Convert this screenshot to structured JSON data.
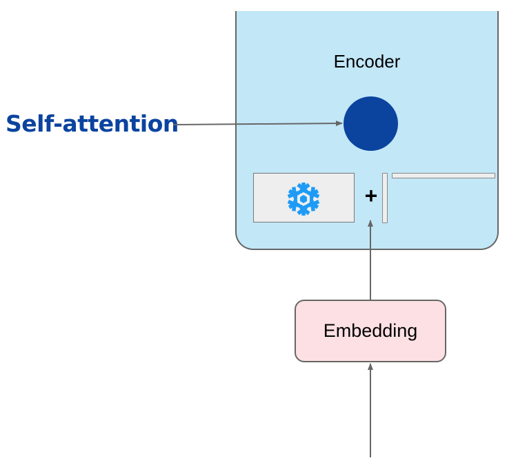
{
  "diagram": {
    "encoder": {
      "label": "Encoder",
      "fill_color": "#c2e7f7",
      "attention_node_color": "#0b449f"
    },
    "self_attention": {
      "label": "Self-attention",
      "color": "#0b449f"
    },
    "positional_combination": {
      "operator": "+",
      "frozen_icon": "snowflake-icon",
      "frozen_icon_color": "#1e9bf6"
    },
    "embedding": {
      "label": "Embedding",
      "fill_color": "#fde0e3"
    }
  }
}
